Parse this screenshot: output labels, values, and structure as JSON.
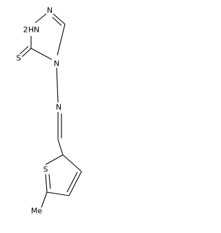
{
  "molecule": {
    "atoms": {
      "n1": "N",
      "n2": "N",
      "nh": "H",
      "n2_prefix": "2",
      "n4": "N",
      "s_thione": "S",
      "n_imine": "N",
      "s_thiophene": "S",
      "methyl": "Me"
    }
  }
}
